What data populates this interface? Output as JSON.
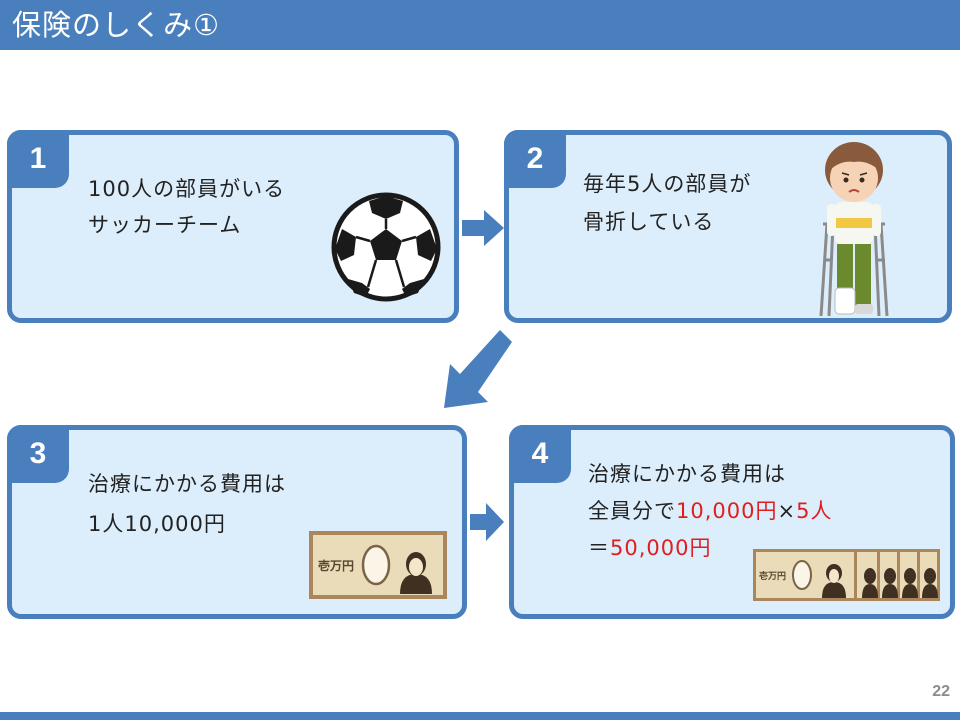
{
  "header": {
    "title": "保険のしくみ①"
  },
  "cards": [
    {
      "number": "1",
      "line1": "100人の部員がいる",
      "line2": "サッカーチーム"
    },
    {
      "number": "2",
      "line1": "毎年5人の部員が",
      "line2": "骨折している"
    },
    {
      "number": "3",
      "line1": "治療にかかる費用は",
      "line2": "1人10,000円"
    },
    {
      "number": "4",
      "line1": "治療にかかる費用は",
      "line2_prefix": "全員分で",
      "line2_amount": "10,000円",
      "line2_times": "×",
      "line2_people": "5人",
      "line3_eq": "＝",
      "line3_total": "50,000円"
    }
  ],
  "bill": {
    "label": "壱万円"
  },
  "page": {
    "number": "22"
  },
  "colors": {
    "accent": "#4a7fbd",
    "card_bg": "#dceefb",
    "highlight": "#e01e1e"
  }
}
